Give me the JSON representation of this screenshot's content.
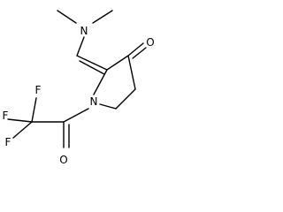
{
  "molecule": {
    "atoms": {
      "dimethylamino_n": "N",
      "ring_n": "N",
      "ketone_o": "O",
      "amide_o": "O",
      "fluorine_1": "F",
      "fluorine_2": "F",
      "fluorine_3": "F"
    }
  }
}
